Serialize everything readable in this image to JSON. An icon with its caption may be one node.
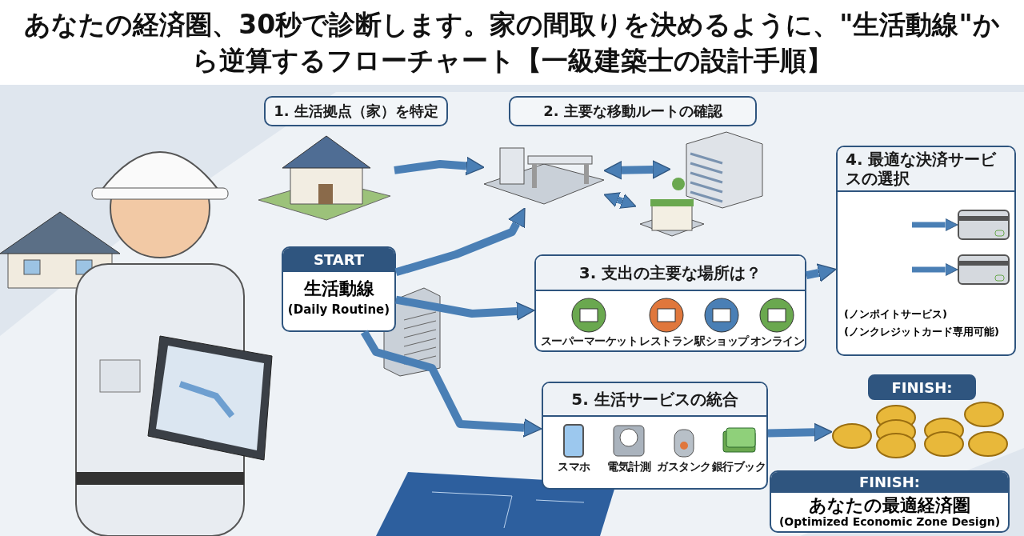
{
  "diagram": {
    "title": "あなたの経済圏、30秒で診断します。家の間取りを決めるように、\"生活動線\"から逆算するフローチャート【一級建築士の設計手順】",
    "nodes": [
      {
        "text": [
          "START",
          "生活動線",
          "(Daily Routine)"
        ]
      },
      {
        "text": [
          "1. 生活拠点（家）を特定"
        ]
      },
      {
        "text": [],
        "shape": "picture"
      },
      {
        "text": [
          "2. 主要な移動ルートの確認"
        ]
      },
      {
        "text": [],
        "shape": "picture"
      },
      {
        "text": [],
        "shape": "picture"
      },
      {
        "text": [],
        "shape": "picture"
      },
      {
        "text": [
          "3. 支出の主要な場所は？",
          "スーパーマーケット",
          "レストラン",
          "駅ショップ",
          "オンライン"
        ]
      },
      {
        "text": [
          "4. 最適な決済サービスの選択",
          "(ノンポイトサービス)",
          "(ノンクレジットカード専用可能)"
        ]
      },
      {
        "text": [],
        "shape": "picture",
        "in": 8
      },
      {
        "text": [],
        "shape": "picture",
        "in": 8
      },
      {
        "text": [
          "5. 生活サービスの統合",
          "スマホ",
          "電気計測",
          "ガスタンク",
          "銀行ブック"
        ]
      },
      {
        "text": [
          "FINISH:"
        ]
      },
      {
        "text": [],
        "shape": "picture"
      },
      {
        "text": [
          "FINISH:",
          "あなたの最適経済圏",
          "(Optimized Economic Zone Design)"
        ]
      }
    ],
    "edges": [
      {
        "from": 2,
        "to": 4,
        "arrow": "to"
      },
      {
        "from": 4,
        "to": 5,
        "arrow": "both"
      },
      {
        "from": 4,
        "to": 6,
        "arrow": "both"
      },
      {
        "from": 0,
        "to": 4,
        "arrow": "to"
      },
      {
        "from": 0,
        "to": 7,
        "arrow": "to"
      },
      {
        "from": 7,
        "to": 8,
        "arrow": "to"
      },
      {
        "from": null,
        "to": 9,
        "arrow": "to"
      },
      {
        "from": null,
        "to": 10,
        "arrow": "to"
      },
      {
        "from": 0,
        "to": 11,
        "arrow": "to"
      },
      {
        "from": 11,
        "to": 13,
        "arrow": "to"
      }
    ]
  }
}
